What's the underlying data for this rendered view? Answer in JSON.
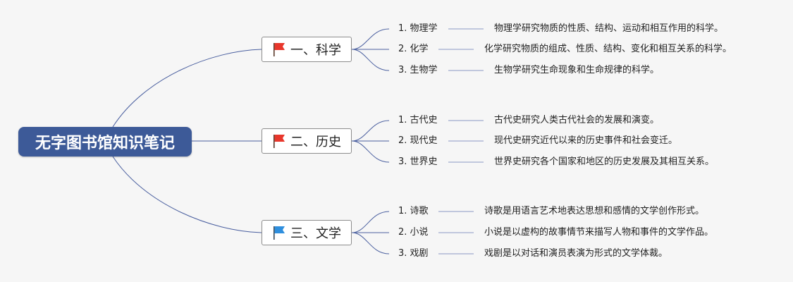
{
  "root": {
    "title": "无字图书馆知识笔记"
  },
  "colors": {
    "root_bg": "#3d5a98",
    "link": "#4a5f9f",
    "flag_red": "#e8372c",
    "flag_blue": "#2f8fde"
  },
  "branches": [
    {
      "label": "一、科学",
      "flag": "red-flag-icon",
      "children": [
        {
          "label": "1. 物理学",
          "desc": "物理学研究物质的性质、结构、运动和相互作用的科学。"
        },
        {
          "label": "2. 化学",
          "desc": "化学研究物质的组成、性质、结构、变化和相互关系的科学。"
        },
        {
          "label": "3. 生物学",
          "desc": "生物学研究生命现象和生命规律的科学。"
        }
      ]
    },
    {
      "label": "二、历史",
      "flag": "red-flag-icon",
      "children": [
        {
          "label": "1. 古代史",
          "desc": "古代史研究人类古代社会的发展和演变。"
        },
        {
          "label": "2. 现代史",
          "desc": "现代史研究近代以来的历史事件和社会变迁。"
        },
        {
          "label": "3. 世界史",
          "desc": "世界史研究各个国家和地区的历史发展及其相互关系。"
        }
      ]
    },
    {
      "label": "三、文学",
      "flag": "blue-flag-icon",
      "children": [
        {
          "label": "1. 诗歌",
          "desc": "诗歌是用语言艺术地表达思想和感情的文学创作形式。"
        },
        {
          "label": "2. 小说",
          "desc": "小说是以虚构的故事情节来描写人物和事件的文学作品。"
        },
        {
          "label": "3. 戏剧",
          "desc": "戏剧是以对话和演员表演为形式的文学体裁。"
        }
      ]
    }
  ]
}
